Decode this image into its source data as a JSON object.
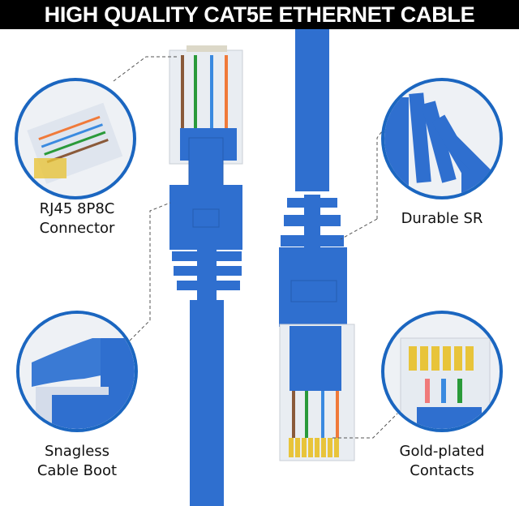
{
  "banner": {
    "title": "HIGH QUALITY CAT5E ETHERNET CABLE"
  },
  "callouts": [
    {
      "id": "rj45",
      "line1": "RJ45 8P8C",
      "line2": "Connector"
    },
    {
      "id": "sr",
      "line1": "Durable SR",
      "line2": ""
    },
    {
      "id": "boot",
      "line1": "Snagless",
      "line2": "Cable Boot"
    },
    {
      "id": "gold",
      "line1": "Gold-plated",
      "line2": "Contacts"
    }
  ],
  "colors": {
    "cable_blue": "#2f6fcf",
    "ring_blue": "#1b66c0",
    "banner_bg": "#000000",
    "gold": "#e8c43a"
  }
}
